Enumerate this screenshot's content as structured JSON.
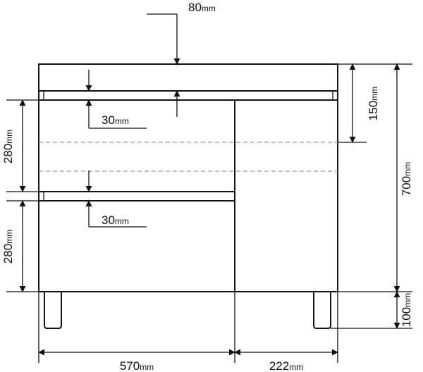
{
  "dimensions": {
    "top_gap": {
      "value": "80",
      "unit": "mm"
    },
    "shelf_top": {
      "value": "30",
      "unit": "mm"
    },
    "shelf_bottom": {
      "value": "30",
      "unit": "mm"
    },
    "drawer_top": {
      "value": "280",
      "unit": "mm"
    },
    "drawer_bottom": {
      "value": "280",
      "unit": "mm"
    },
    "top_section": {
      "value": "150",
      "unit": "mm"
    },
    "total_height": {
      "value": "700",
      "unit": "mm"
    },
    "leg_height": {
      "value": "100",
      "unit": "mm"
    },
    "width_left": {
      "value": "570",
      "unit": "mm"
    },
    "width_right": {
      "value": "222",
      "unit": "mm"
    }
  }
}
